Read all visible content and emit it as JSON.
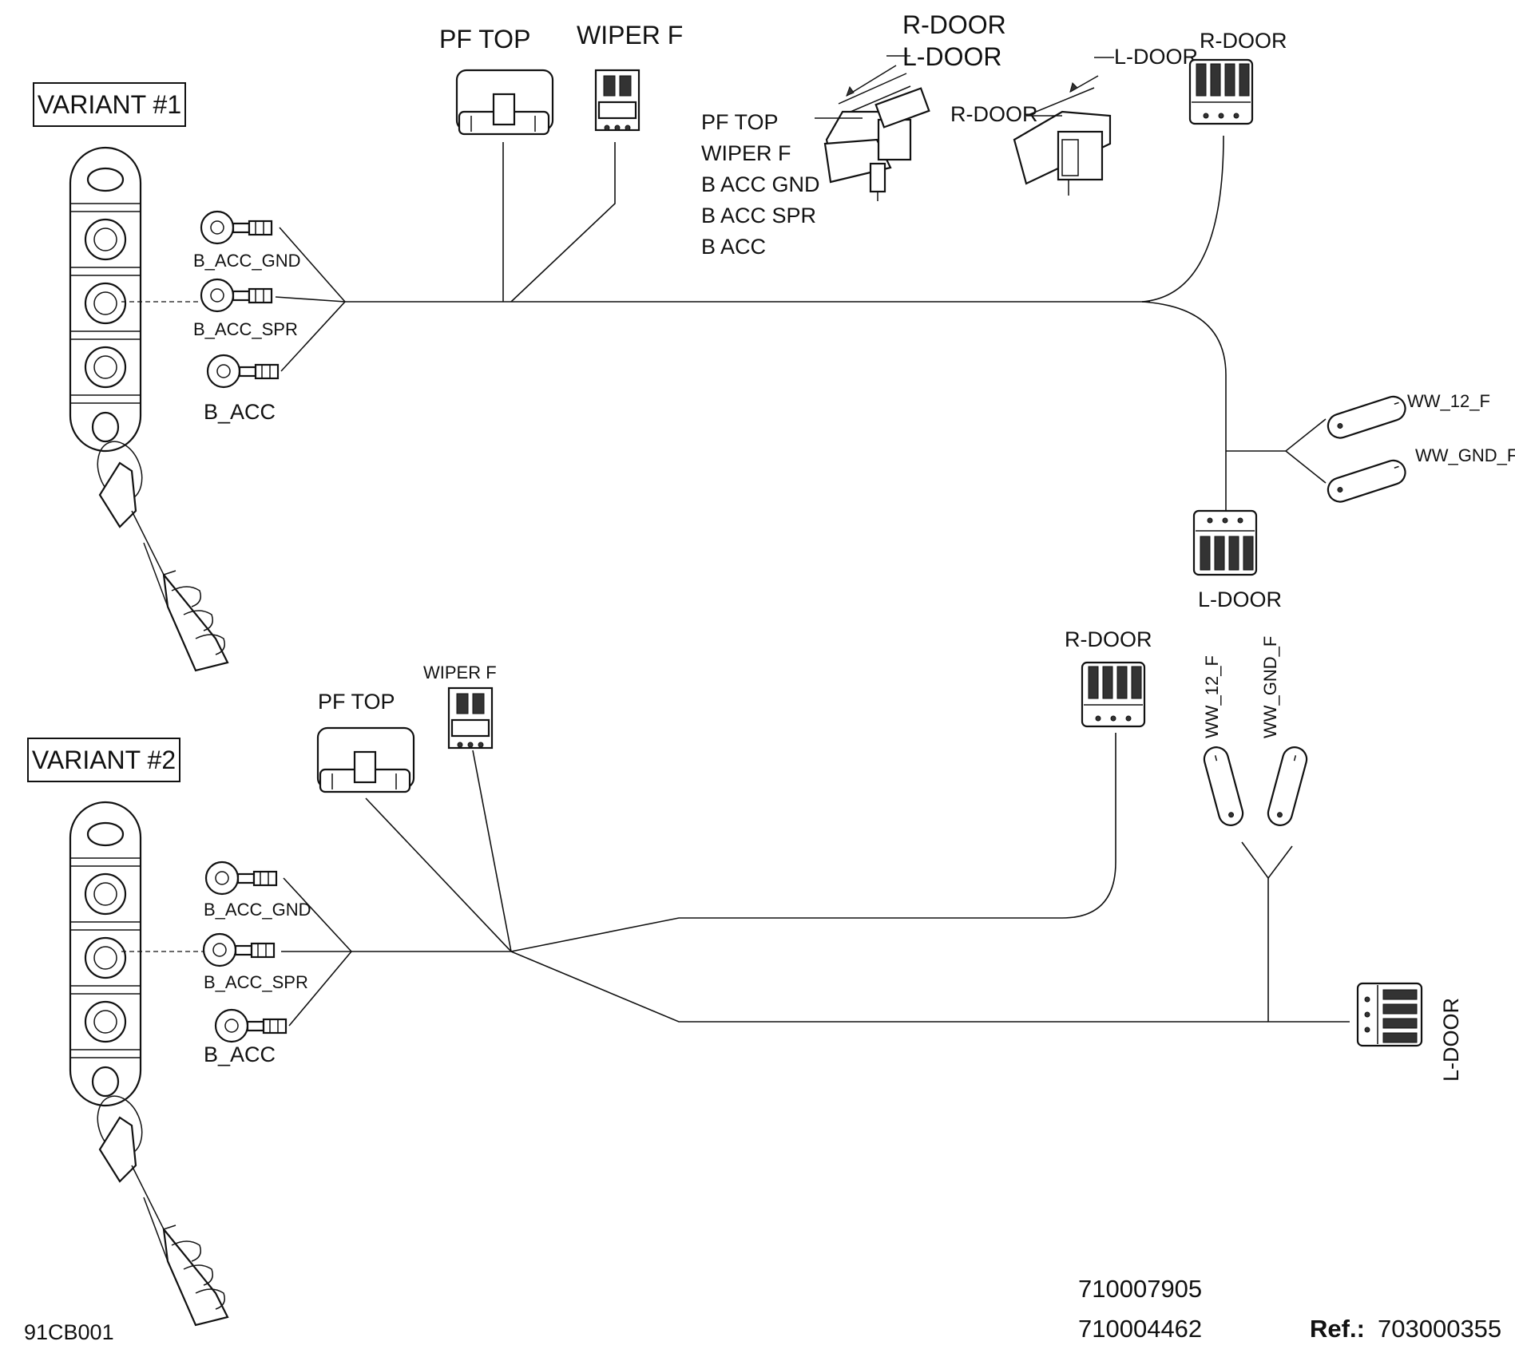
{
  "variants": {
    "v1": {
      "title": "VARIANT #1",
      "ring_labels": [
        "B_ACC_GND",
        "B_ACC_SPR",
        "B_ACC"
      ],
      "pf_top": "PF TOP",
      "wiper_f": "WIPER F",
      "callout_r_door": "R-DOOR",
      "callout_l_door": "L-DOOR",
      "sleeve_labels": [
        "PF TOP",
        "WIPER F",
        "B ACC GND",
        "B ACC SPR",
        "B ACC"
      ],
      "clip_l_door": "L-DOOR",
      "clip_r_door": "R-DOOR",
      "conn_r_door": "R-DOOR",
      "conn_l_door": "L-DOOR",
      "ww_12": "WW_12_F",
      "ww_gnd": "WW_GND_F"
    },
    "v2": {
      "title": "VARIANT #2",
      "ring_labels": [
        "B_ACC_GND",
        "B_ACC_SPR",
        "B_ACC"
      ],
      "pf_top": "PF TOP",
      "wiper_f": "WIPER F",
      "conn_r_door": "R-DOOR",
      "ww_12": "WW_12_F",
      "ww_gnd": "WW_GND_F",
      "conn_l_door": "L-DOOR"
    }
  },
  "part_numbers": [
    "710007905",
    "710004462"
  ],
  "ref_label": "Ref.:",
  "ref_number": "703000355",
  "figure_code": "91CB001"
}
